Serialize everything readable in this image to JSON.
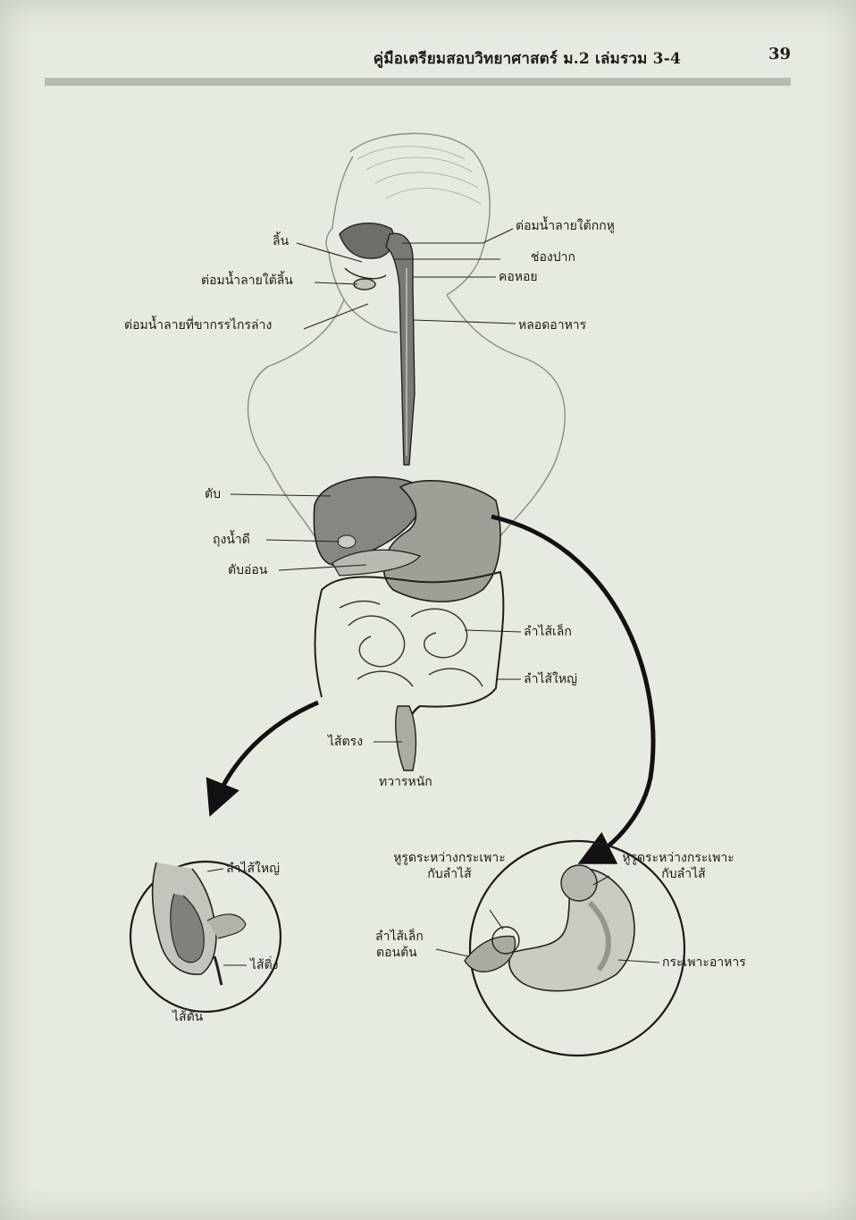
{
  "header": {
    "title": "คู่มือเตรียมสอบวิทยาศาสตร์ ม.2 เล่มรวม 3-4",
    "page_number": "39"
  },
  "labels": {
    "tongue": "ลิ้น",
    "sublingual_gland": "ต่อมน้ำลายใต้ลิ้น",
    "submandibular_gland": "ต่อมน้ำลายที่ขากรรไกรล่าง",
    "parotid_gland": "ต่อมน้ำลายใต้กกหู",
    "mouth": "ช่องปาก",
    "pharynx": "คอหอย",
    "esophagus": "หลอดอาหาร",
    "liver": "ตับ",
    "gallbladder": "ถุงน้ำดี",
    "pancreas": "ตับอ่อน",
    "small_intestine": "ลำไส้เล็ก",
    "large_intestine": "ลำไส้ใหญ่",
    "rectum": "ไส้ตรง",
    "anus": "ทวารหนัก"
  },
  "inset_cecum": {
    "large_intestine": "ลำไส้ใหญ่",
    "appendix": "ไส้ติ่ง",
    "caption": "ไส้ตัน"
  },
  "inset_stomach": {
    "pyloric_valve_left_line1": "หูรูดระหว่างกระเพาะ",
    "pyloric_valve_left_line2": "กับลำไส้",
    "cardiac_valve_right_line1": "หูรูดระหว่างกระเพาะ",
    "cardiac_valve_right_line2": "กับลำไส้",
    "duodenum_line1": "ลำไส้เล็ก",
    "duodenum_line2": "ตอนต้น",
    "stomach": "กระเพาะอาหาร"
  }
}
